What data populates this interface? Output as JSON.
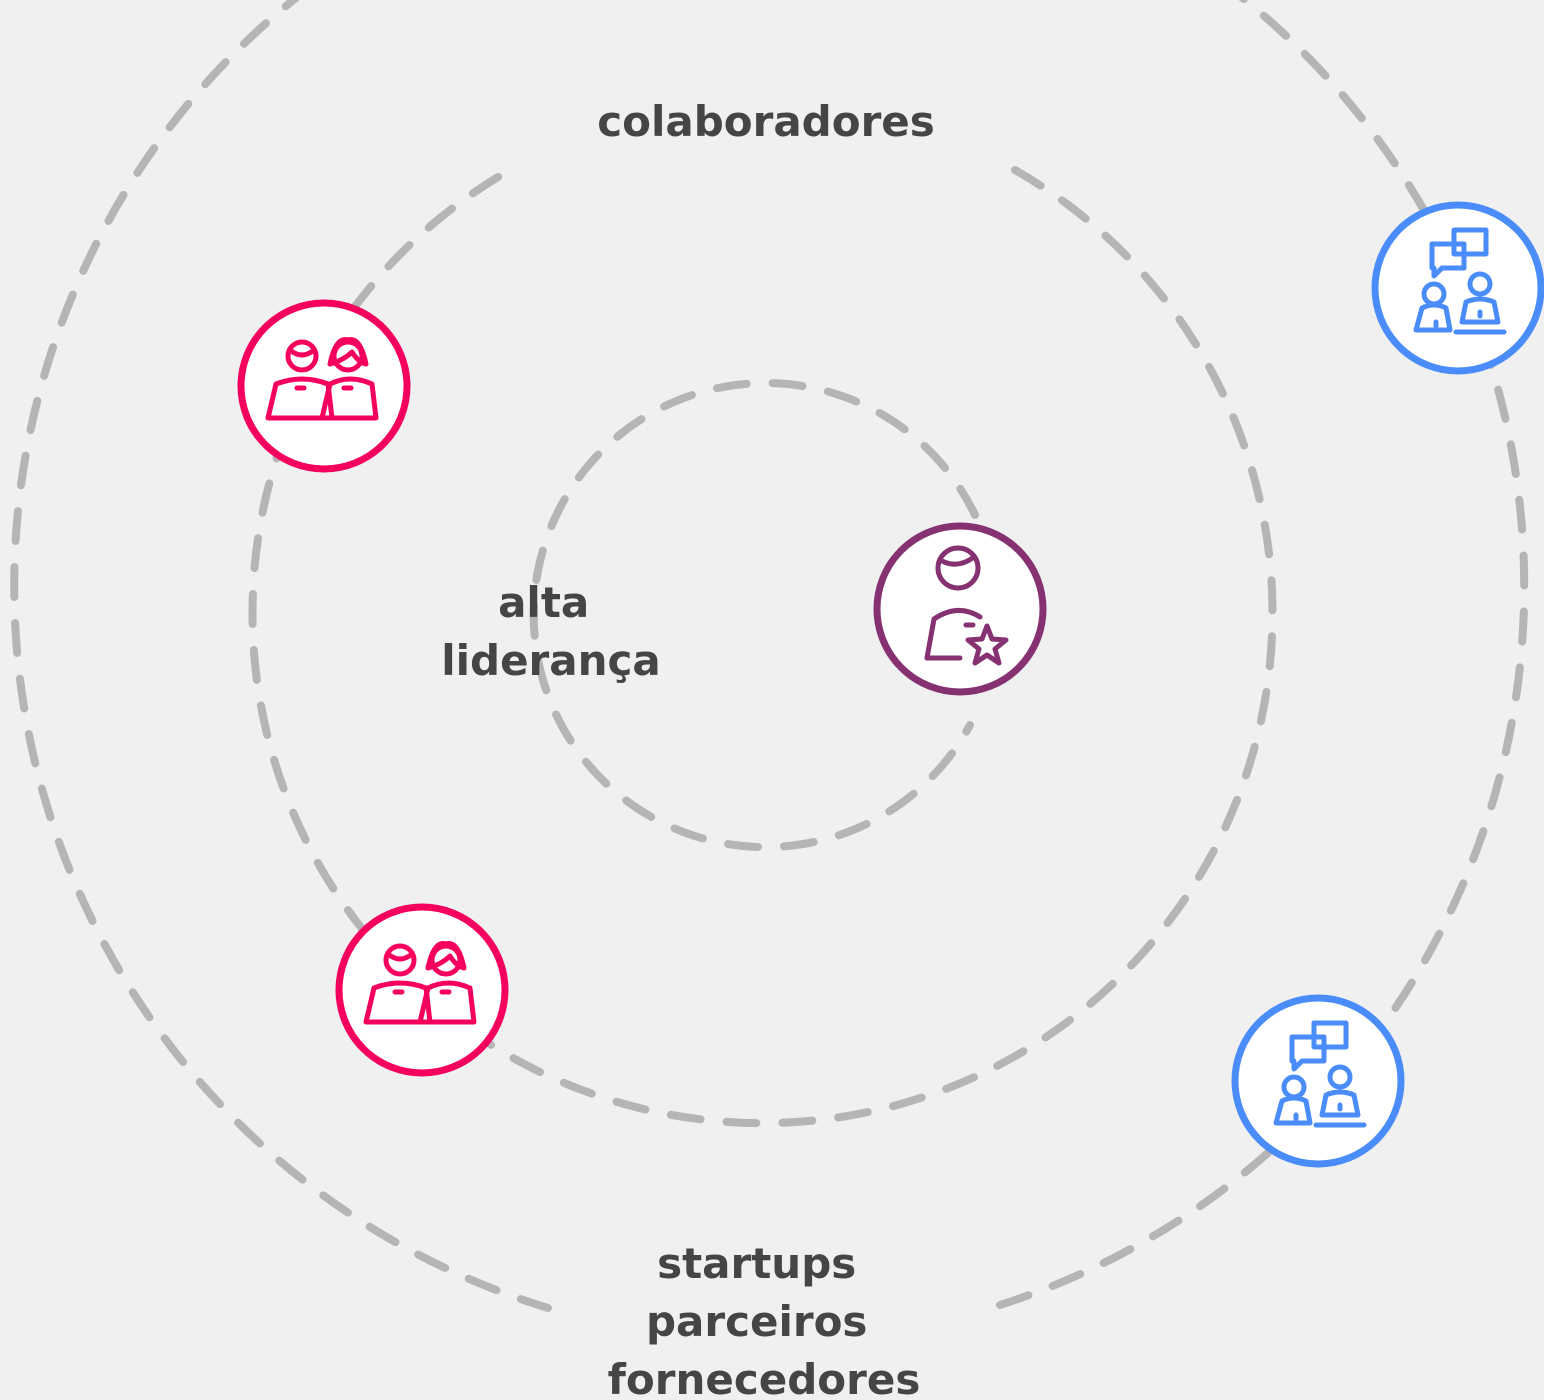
{
  "diagram": {
    "rings": {
      "inner": {
        "label_lines": [
          "alta",
          "liderança"
        ]
      },
      "middle": {
        "label": "colaboradores"
      },
      "outer": {
        "label_lines": [
          "startups",
          "parceiros",
          "fornecedores"
        ]
      }
    },
    "nodes": [
      {
        "icon": "leader-with-star-icon",
        "ring": "inner",
        "color": "#863272"
      },
      {
        "icon": "two-women-icon",
        "ring": "middle",
        "color": "#f5005f"
      },
      {
        "icon": "two-women-icon",
        "ring": "middle",
        "color": "#f5005f"
      },
      {
        "icon": "people-conversation-icon",
        "ring": "outer",
        "color": "#4a8dfa"
      },
      {
        "icon": "people-conversation-icon",
        "ring": "outer",
        "color": "#4a8dfa"
      }
    ],
    "colors": {
      "background": "#f0f0f0",
      "ring_stroke": "#b5b5b5",
      "text": "#454545"
    }
  }
}
